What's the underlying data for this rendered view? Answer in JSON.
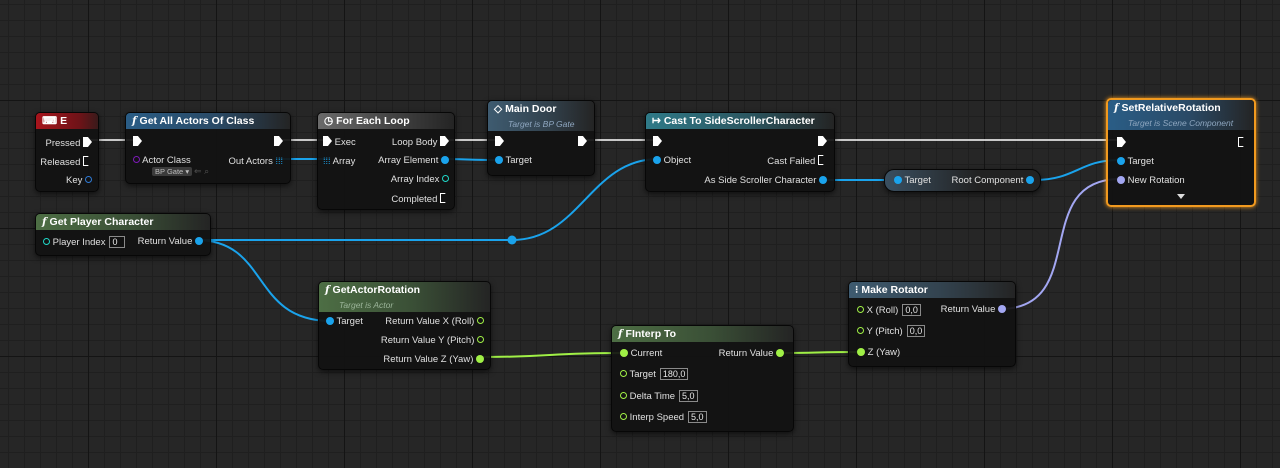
{
  "nodes": {
    "key_e": {
      "title": "E",
      "pins": {
        "pressed": "Pressed",
        "released": "Released",
        "key": "Key"
      }
    },
    "get_all_actors": {
      "title": "Get All Actors Of Class",
      "pins": {
        "actor_class": "Actor Class",
        "actor_class_value": "BP Gate",
        "out_actors": "Out Actors"
      }
    },
    "for_each": {
      "title": "For Each Loop",
      "pins": {
        "exec": "Exec",
        "array": "Array",
        "loop_body": "Loop Body",
        "array_element": "Array Element",
        "array_index": "Array Index",
        "completed": "Completed"
      }
    },
    "main_door": {
      "title": "Main Door",
      "subtitle": "Target is BP Gate",
      "pins": {
        "target": "Target"
      }
    },
    "cast": {
      "title": "Cast To SideScrollerCharacter",
      "pins": {
        "object": "Object",
        "cast_failed": "Cast Failed",
        "as_character": "As Side Scroller Character"
      }
    },
    "set_rel_rot": {
      "title": "SetRelativeRotation",
      "subtitle": "Target is Scene Component",
      "pins": {
        "target": "Target",
        "new_rotation": "New Rotation"
      }
    },
    "root_component": {
      "pins": {
        "target": "Target",
        "root": "Root Component"
      }
    },
    "get_player": {
      "title": "Get Player Character",
      "pins": {
        "player_index": "Player Index",
        "player_index_value": "0",
        "return_value": "Return Value"
      }
    },
    "get_actor_rot": {
      "title": "GetActorRotation",
      "subtitle": "Target is Actor",
      "pins": {
        "target": "Target",
        "rx": "Return Value X (Roll)",
        "ry": "Return Value Y (Pitch)",
        "rz": "Return Value Z (Yaw)"
      }
    },
    "make_rotator": {
      "title": "Make Rotator",
      "pins": {
        "x": "X (Roll)",
        "x_value": "0,0",
        "y": "Y (Pitch)",
        "y_value": "0,0",
        "z": "Z (Yaw)",
        "return_value": "Return Value"
      }
    },
    "finterp": {
      "title": "FInterp To",
      "pins": {
        "current": "Current",
        "target": "Target",
        "target_value": "180,0",
        "delta_time": "Delta Time",
        "delta_time_value": "5,0",
        "interp_speed": "Interp Speed",
        "interp_speed_value": "5,0",
        "return_value": "Return Value"
      }
    }
  },
  "colors": {
    "exec": "#ffffff",
    "object_pin": "#1aa3ec",
    "float_pin": "#a0f046",
    "rotator_pin": "#a3a7f2",
    "int_pin": "#20d8c8",
    "selection": "#f29a1f"
  }
}
